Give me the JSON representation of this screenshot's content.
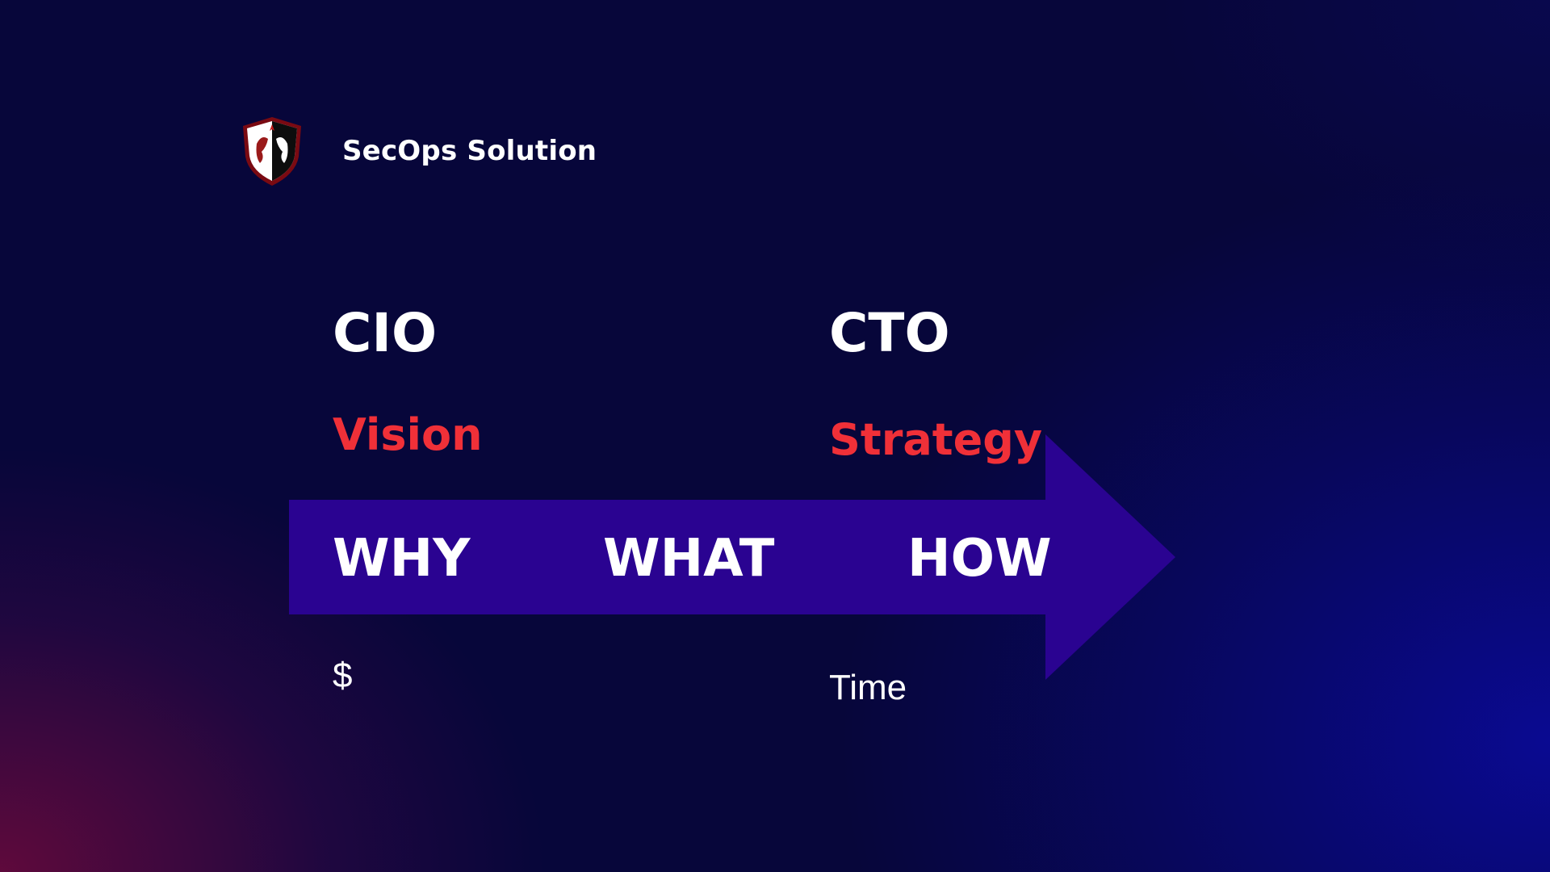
{
  "brand": {
    "name": "SecOps Solution",
    "logo_icon": "shield-logo-icon"
  },
  "diagram": {
    "arrow_color": "#2a0391",
    "columns": [
      {
        "role": "CIO",
        "aspect": "Vision",
        "note": "$"
      },
      {
        "role": "CTO",
        "aspect": "Strategy",
        "note": "Time"
      }
    ],
    "stages": [
      "WHY",
      "WHAT",
      "HOW"
    ]
  },
  "colors": {
    "accent_red": "#f03038",
    "text": "#ffffff"
  }
}
